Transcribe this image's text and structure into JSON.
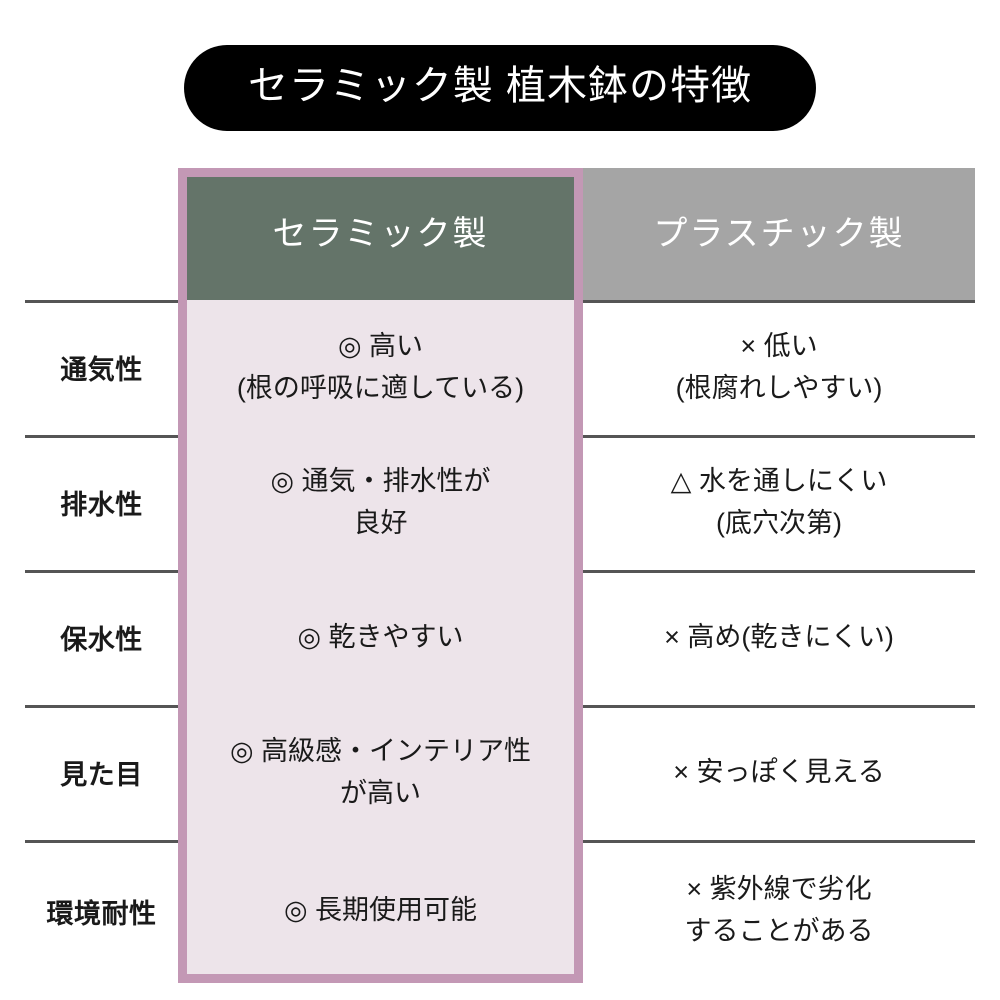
{
  "title": "セラミック製 植木鉢の特徴",
  "colors": {
    "title_pill_bg": "#000000",
    "title_pill_text": "#ffffff",
    "ceramic_header_bg": "#647469",
    "plastic_header_bg": "#a5a5a5",
    "ceramic_cell_bg": "#ede4ea",
    "highlight_border": "#c398b5",
    "divider": "#555555",
    "text": "#1a1a1a"
  },
  "table": {
    "headers": {
      "label_column": "",
      "ceramic": "セラミック製",
      "plastic": "プラスチック製"
    },
    "rows": [
      {
        "label": "通気性",
        "ceramic": {
          "line1": "◎ 高い",
          "line2": "(根の呼吸に適している)"
        },
        "plastic": {
          "line1": "× 低い",
          "line2": "(根腐れしやすい)"
        }
      },
      {
        "label": "排水性",
        "ceramic": {
          "line1": "◎ 通気・排水性が",
          "line2": "良好"
        },
        "plastic": {
          "line1": "△ 水を通しにくい",
          "line2": "(底穴次第)"
        }
      },
      {
        "label": "保水性",
        "ceramic": {
          "line1": "◎ 乾きやすい",
          "line2": ""
        },
        "plastic": {
          "line1": "× 高め(乾きにくい)",
          "line2": ""
        }
      },
      {
        "label": "見た目",
        "ceramic": {
          "line1": "◎ 高級感・インテリア性",
          "line2": "が高い"
        },
        "plastic": {
          "line1": "× 安っぽく見える",
          "line2": ""
        }
      },
      {
        "label": "環境耐性",
        "ceramic": {
          "line1": "◎ 長期使用可能",
          "line2": ""
        },
        "plastic": {
          "line1": "× 紫外線で劣化",
          "line2": "することがある"
        }
      }
    ]
  }
}
